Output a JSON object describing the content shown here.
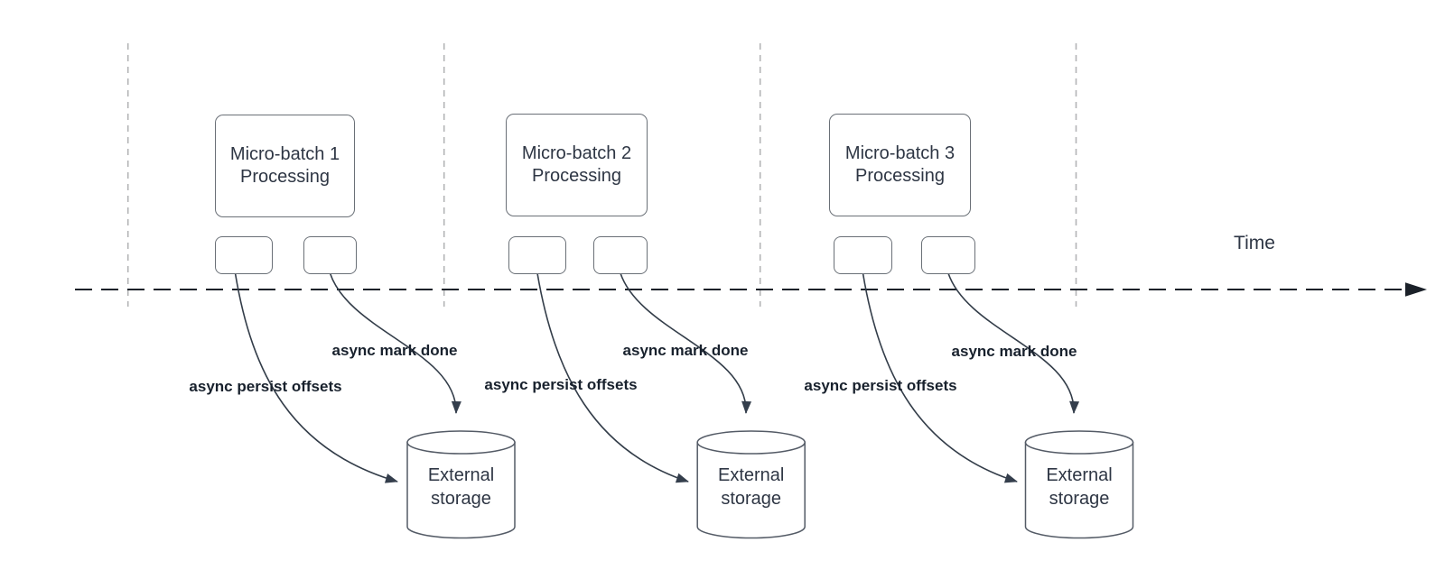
{
  "colors": {
    "bg": "#ffffff",
    "node-border": "#6a7077",
    "node-text": "#2e3644",
    "label-text": "#18212d",
    "curve": "#333d49",
    "arrow": "#343e4c",
    "timeline": "#1b2129",
    "lane": "#b3b4b6",
    "cylinder-border": "#545b66"
  },
  "diagram": {
    "time_label": "Time",
    "groups": [
      {
        "title_line1": "Micro-batch 1",
        "title_line2": "Processing",
        "persist_label": "async persist offsets",
        "done_label": "async mark done",
        "storage_label": "External storage"
      },
      {
        "title_line1": "Micro-batch 2",
        "title_line2": "Processing",
        "persist_label": "async persist offsets",
        "done_label": "async mark done",
        "storage_label": "External storage"
      },
      {
        "title_line1": "Micro-batch 3",
        "title_line2": "Processing",
        "persist_label": "async persist offsets",
        "done_label": "async mark done",
        "storage_label": "External storage"
      }
    ]
  }
}
